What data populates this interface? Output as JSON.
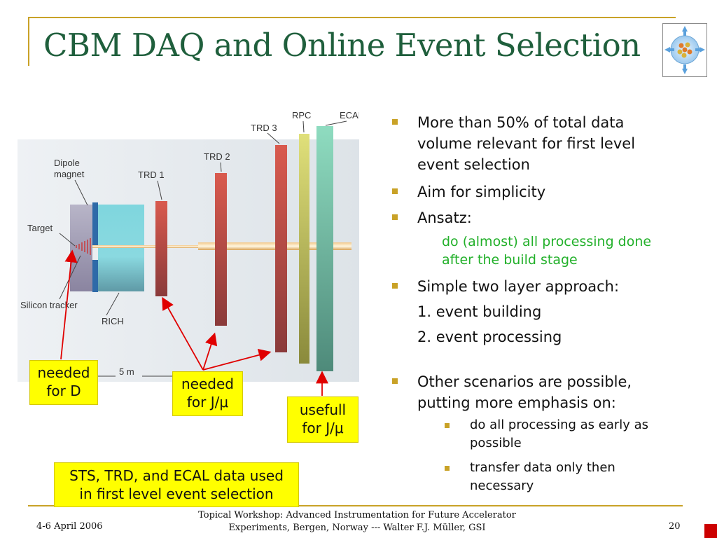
{
  "slide": {
    "title": "CBM DAQ and Online Event Selection",
    "colors": {
      "accent": "#c9a227",
      "title": "#1f5f3c",
      "green_text": "#22b02a",
      "callout_bg": "#ffff00",
      "arrow": "#e00000"
    },
    "logo": {
      "icon": "cbm-detector-logo-icon"
    }
  },
  "diagram": {
    "labels": {
      "ecal": "ECAL",
      "rpc": "RPC",
      "trd3": "TRD 3",
      "trd2": "TRD 2",
      "trd1": "TRD 1",
      "dipole_line1": "Dipole",
      "dipole_line2": "magnet",
      "target": "Target",
      "silicon": "Silicon tracker",
      "rich": "RICH",
      "scale": "5 m"
    }
  },
  "callouts": {
    "needed_d": {
      "line1": "needed",
      "line2": "for D"
    },
    "needed_jpsi": {
      "line1": "needed",
      "line2": "for J/μ"
    },
    "usefull_jpsi": {
      "line1": "usefull",
      "line2": "for J/μ"
    },
    "sts_note": {
      "line1": "STS, TRD, and ECAL data used",
      "line2": "in first level event selection"
    }
  },
  "bullets": {
    "b1": {
      "l1": "More than 50% of total data",
      "l2": "volume relevant for first level",
      "l3": "event selection"
    },
    "b2": "Aim for simplicity",
    "b3": "Ansatz:",
    "b3_sub": {
      "l1": "do (almost) all processing done",
      "l2": "after the build stage"
    },
    "b4": "Simple two layer approach:",
    "b4_a": "1. event building",
    "b4_b": "2. event processing",
    "b5": {
      "l1": "Other scenarios are possible,",
      "l2": "putting more emphasis on:"
    },
    "b5_s1": {
      "l1": "do all processing as early as",
      "l2": "possible"
    },
    "b5_s2": {
      "l1": "transfer data only then",
      "l2": "necessary"
    }
  },
  "footer": {
    "date": "4-6 April 2006",
    "center_l1": "Topical Workshop: Advanced Instrumentation for Future Accelerator",
    "center_l2": "Experiments, Bergen, Norway --- Walter F.J. Müller, GSI",
    "page": "20"
  }
}
